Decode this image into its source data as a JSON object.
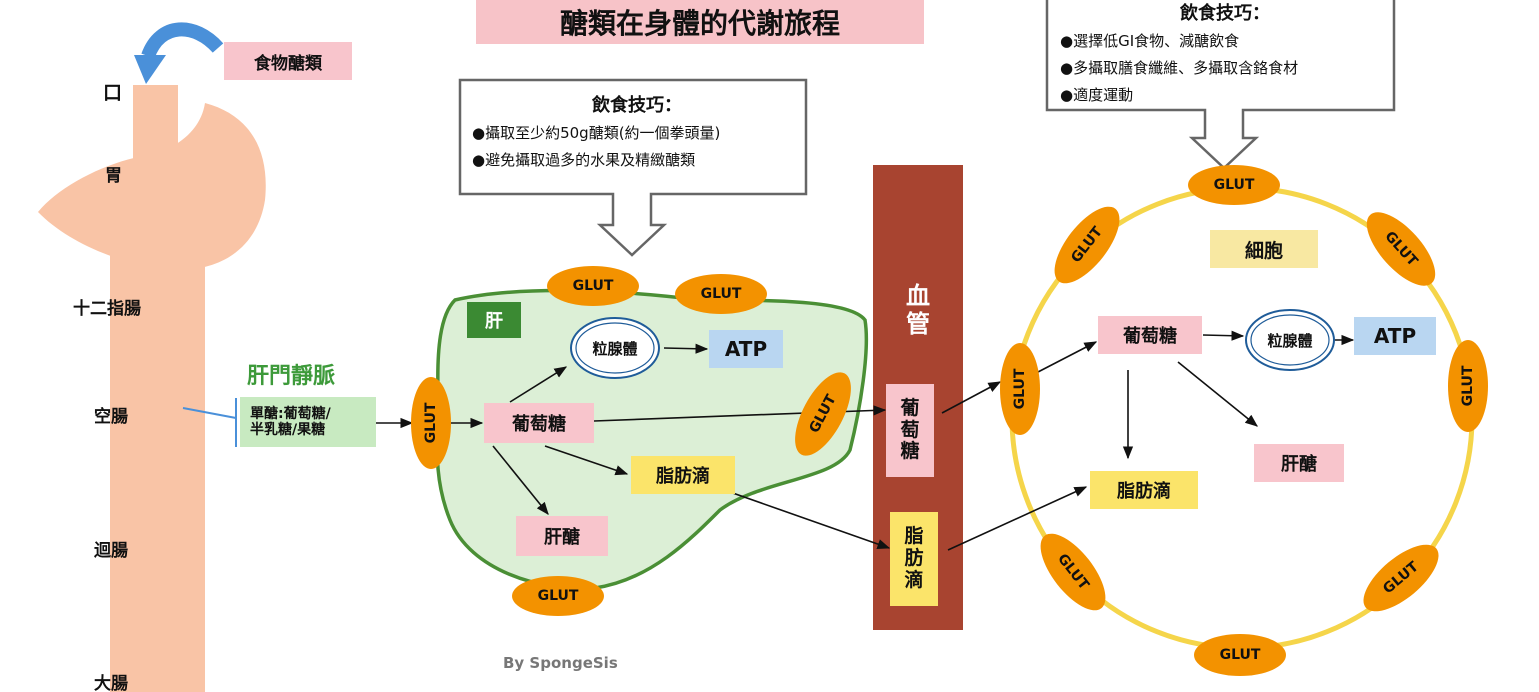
{
  "title": "醣類在身體的代謝旅程",
  "credit": "By SpongeSis",
  "digestive": {
    "food_label": "食物醣類",
    "organs": [
      "口",
      "胃",
      "十二指腸",
      "空腸",
      "迴腸",
      "大腸"
    ]
  },
  "portal_vein": {
    "label": "肝門靜脈",
    "sugars_line1": "單醣:葡萄糖/",
    "sugars_line2": "半乳糖/果糖"
  },
  "liver": {
    "label": "肝",
    "mitochondria": "粒腺體",
    "atp": "ATP",
    "glucose": "葡萄糖",
    "fat_droplet": "脂肪滴",
    "glycogen": "肝醣"
  },
  "glut": "GLUT",
  "liver_tips": {
    "title": "飲食技巧：",
    "items": [
      "●攝取至少約50g醣類(約一個拳頭量)",
      "●避免攝取過多的水果及精緻醣類"
    ]
  },
  "blood_vessel": {
    "label_chars": [
      "血",
      "管"
    ],
    "glucose_chars": [
      "葡",
      "萄",
      "糖"
    ],
    "fat_chars": [
      "脂",
      "肪",
      "滴"
    ]
  },
  "cell": {
    "label": "細胞",
    "glucose": "葡萄糖",
    "mitochondria": "粒腺體",
    "atp": "ATP",
    "fat_droplet": "脂肪滴",
    "glycogen": "肝醣"
  },
  "cell_tips": {
    "title": "飲食技巧：",
    "items": [
      "●選擇低GI食物、減醣飲食",
      "●多攝取膳食纖維、多攝取含鉻食材",
      "●適度運動"
    ]
  },
  "colors": {
    "gut": "#f9c4a6",
    "liver_fill": "#dcefd6",
    "liver_stroke": "#4a8f35",
    "glut": "#f39200",
    "blood_vessel": "#a84430",
    "cell_stroke": "#f5d54a",
    "arrow_blue": "#4a90d9",
    "portal_green": "#3d9a3a"
  }
}
